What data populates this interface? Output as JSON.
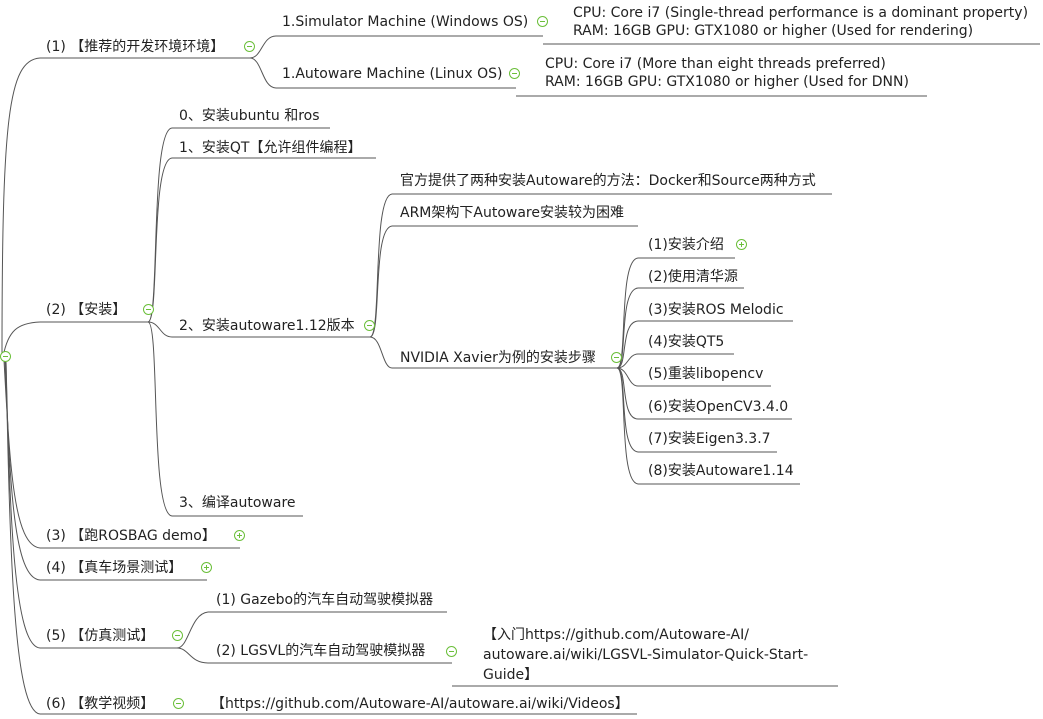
{
  "nodes": {
    "n1": "(1) 【推荐的开发环境环境】",
    "n1a": "1.Simulator Machine (Windows OS)",
    "n1a_spec": "CPU: Core i7 (Single-thread performance is a dominant property)\nRAM: 16GB GPU: GTX1080 or higher (Used for rendering)",
    "n1b": "1.Autoware Machine (Linux OS)",
    "n1b_spec": "CPU: Core i7 (More than eight threads preferred)\nRAM: 16GB GPU: GTX1080 or higher (Used for DNN)",
    "n2": "(2) 【安装】",
    "n2_0": "0、安装ubuntu 和ros",
    "n2_1": "1、安装QT【允许组件编程】",
    "n2_2": "2、安装autoware1.12版本",
    "n2_2a": "官方提供了两种安装Autoware的方法：Docker和Source两种方式",
    "n2_2b": "ARM架构下Autoware安装较为困难",
    "n2_2c": "NVIDIA Xavier为例的安装步骤",
    "s1": "(1)安装介绍",
    "s2": "(2)使用清华源",
    "s3": "(3)安装ROS Melodic",
    "s4": "(4)安装QT5",
    "s5": "(5)重装libopencv",
    "s6": "(6)安装OpenCV3.4.0",
    "s7": "(7)安装Eigen3.3.7",
    "s8": "(8)安装Autoware1.14",
    "n2_3": "3、编译autoware",
    "n3": "(3) 【跑ROSBAG demo】",
    "n4": "(4) 【真车场景测试】",
    "n5": "(5) 【仿真测试】",
    "n5a": "(1) Gazebo的汽车自动驾驶模拟器",
    "n5b": "(2) LGSVL的汽车自动驾驶模拟器",
    "n5b_link": "【入门https://github.com/Autoware-AI/\nautoware.ai/wiki/LGSVL-Simulator-Quick-Start-\nGuide】",
    "n6": "(6) 【教学视频】",
    "n6_link": "【https://github.com/Autoware-AI/autoware.ai/wiki/Videos】"
  },
  "colors": {
    "line": "#555555",
    "toggle": "#6bbf3a"
  }
}
